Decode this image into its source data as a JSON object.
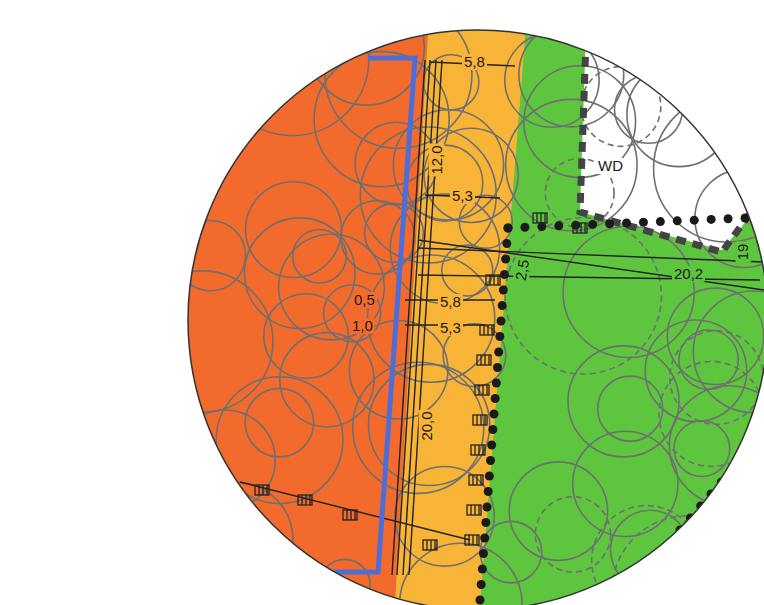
{
  "diagram": {
    "labels": [
      "5,8",
      "12,0",
      "5,3",
      "2,5",
      "20,2",
      "0,5",
      "5,8",
      "1,0",
      "5,3",
      "20,0",
      "WD",
      "19"
    ]
  }
}
